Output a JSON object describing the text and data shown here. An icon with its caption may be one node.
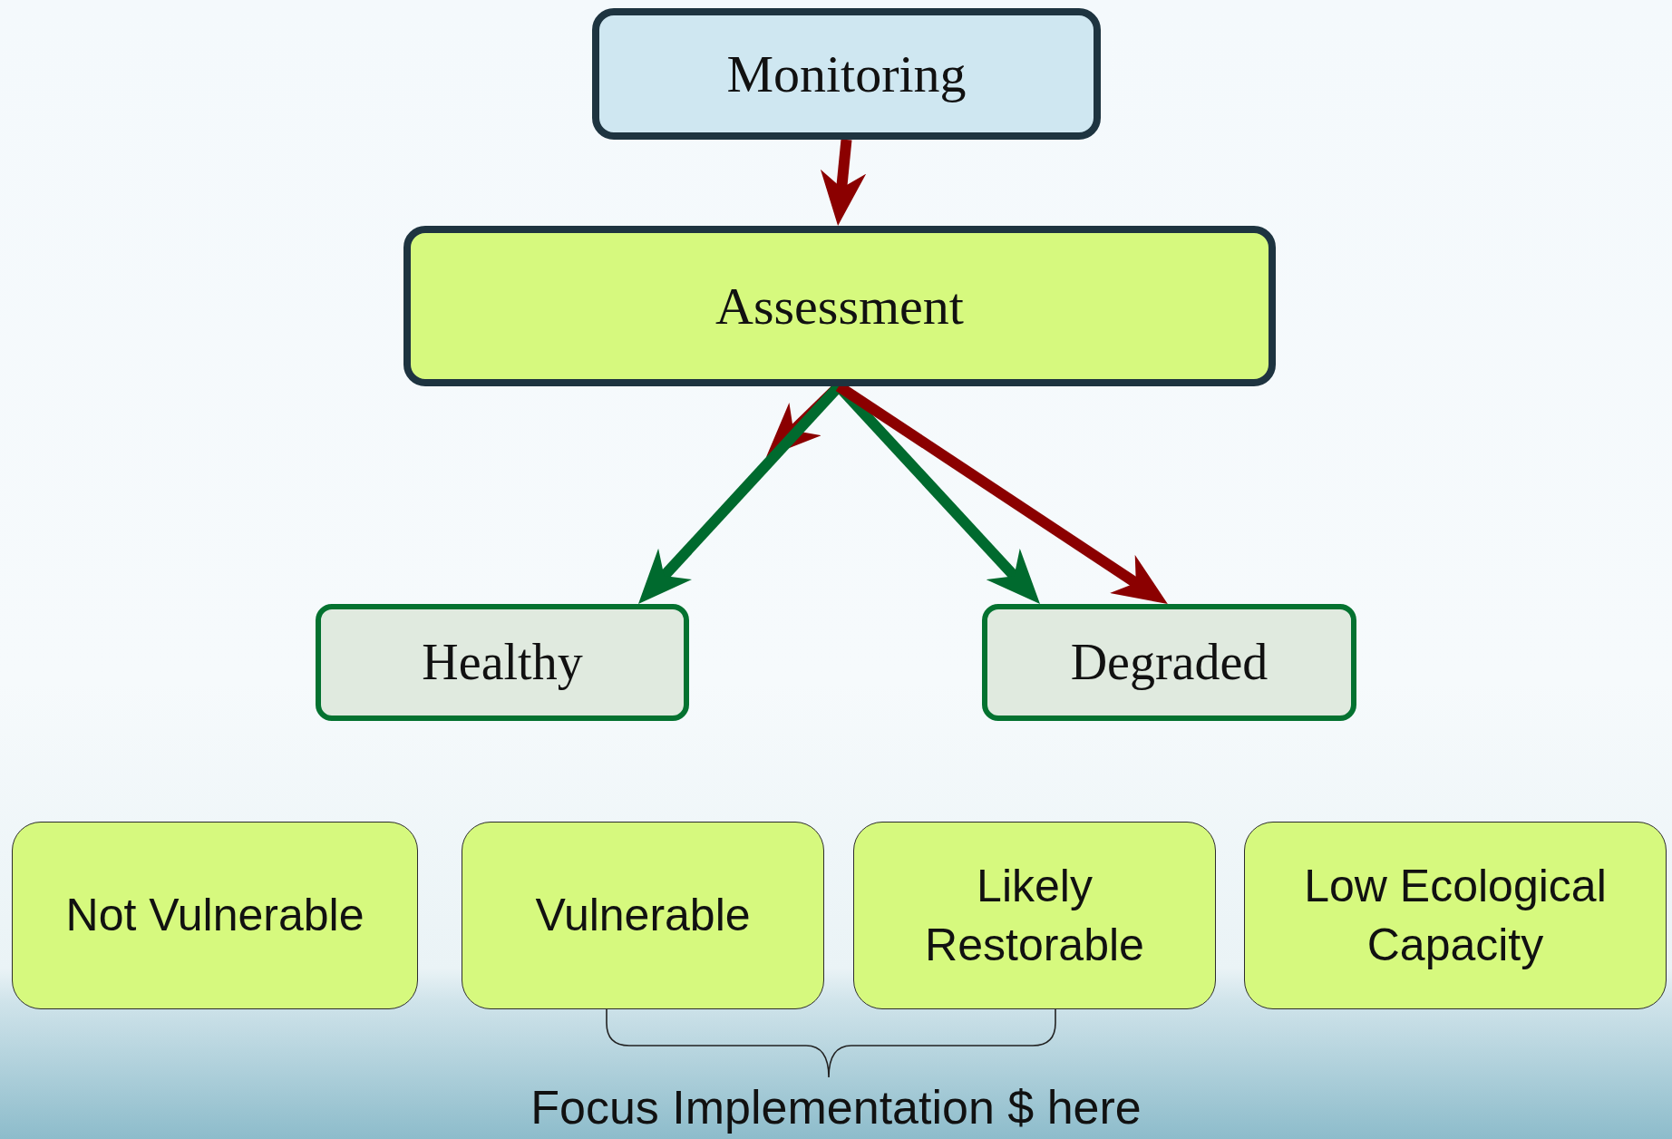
{
  "diagram": {
    "nodes": [
      {
        "text": [
          "Monitoring"
        ]
      },
      {
        "text": [
          "Assessment"
        ]
      },
      {
        "text": [
          "Healthy"
        ]
      },
      {
        "text": [
          "Degraded"
        ]
      },
      {
        "text": [
          "Not Vulnerable"
        ]
      },
      {
        "text": [
          "Vulnerable"
        ]
      },
      {
        "text": [
          "Likely Restorable"
        ]
      },
      {
        "text": [
          "Low Ecological Capacity"
        ]
      }
    ],
    "edges": [
      {
        "from": 0,
        "to": 1,
        "arrow": "to"
      },
      {
        "from": 1,
        "to": null,
        "arrow": "to"
      },
      {
        "from": 1,
        "to": 2,
        "arrow": "to",
        "color": "#006a2e"
      },
      {
        "from": 1,
        "to": 3,
        "arrow": "to",
        "color": "#006a2e"
      },
      {
        "from": 1,
        "to": 3,
        "arrow": "to"
      }
    ],
    "labels": [
      "Focus Implementation $ here"
    ]
  }
}
